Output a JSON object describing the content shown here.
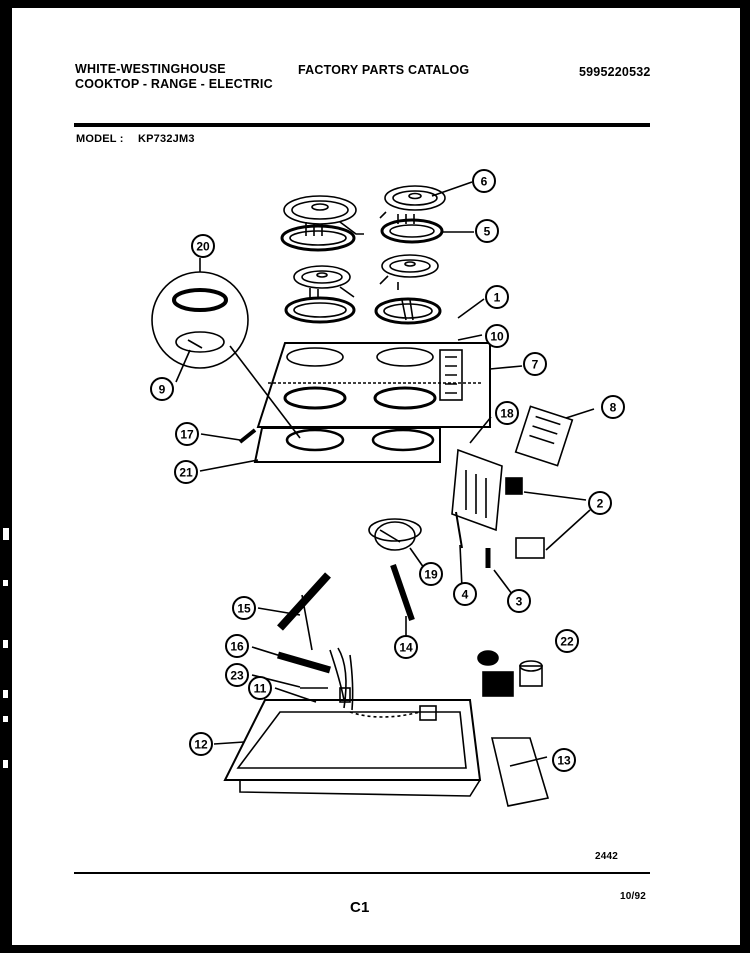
{
  "header": {
    "brand_line1": "WHITE-WESTINGHOUSE",
    "brand_line2": "COOKTOP - RANGE - ELECTRIC",
    "catalog_title": "FACTORY PARTS CATALOG",
    "catalog_number": "5995220532",
    "model_label": "MODEL :",
    "model_value": "KP732JM3"
  },
  "callouts": [
    "1",
    "2",
    "3",
    "4",
    "5",
    "6",
    "7",
    "8",
    "9",
    "10",
    "11",
    "12",
    "13",
    "14",
    "15",
    "16",
    "17",
    "18",
    "19",
    "20",
    "21",
    "22",
    "23"
  ],
  "footer": {
    "diagram_number": "2442",
    "page_code": "C1",
    "date": "10/92"
  },
  "colors": {
    "ink": "#000000",
    "paper": "#ffffff",
    "border": "#000000"
  }
}
